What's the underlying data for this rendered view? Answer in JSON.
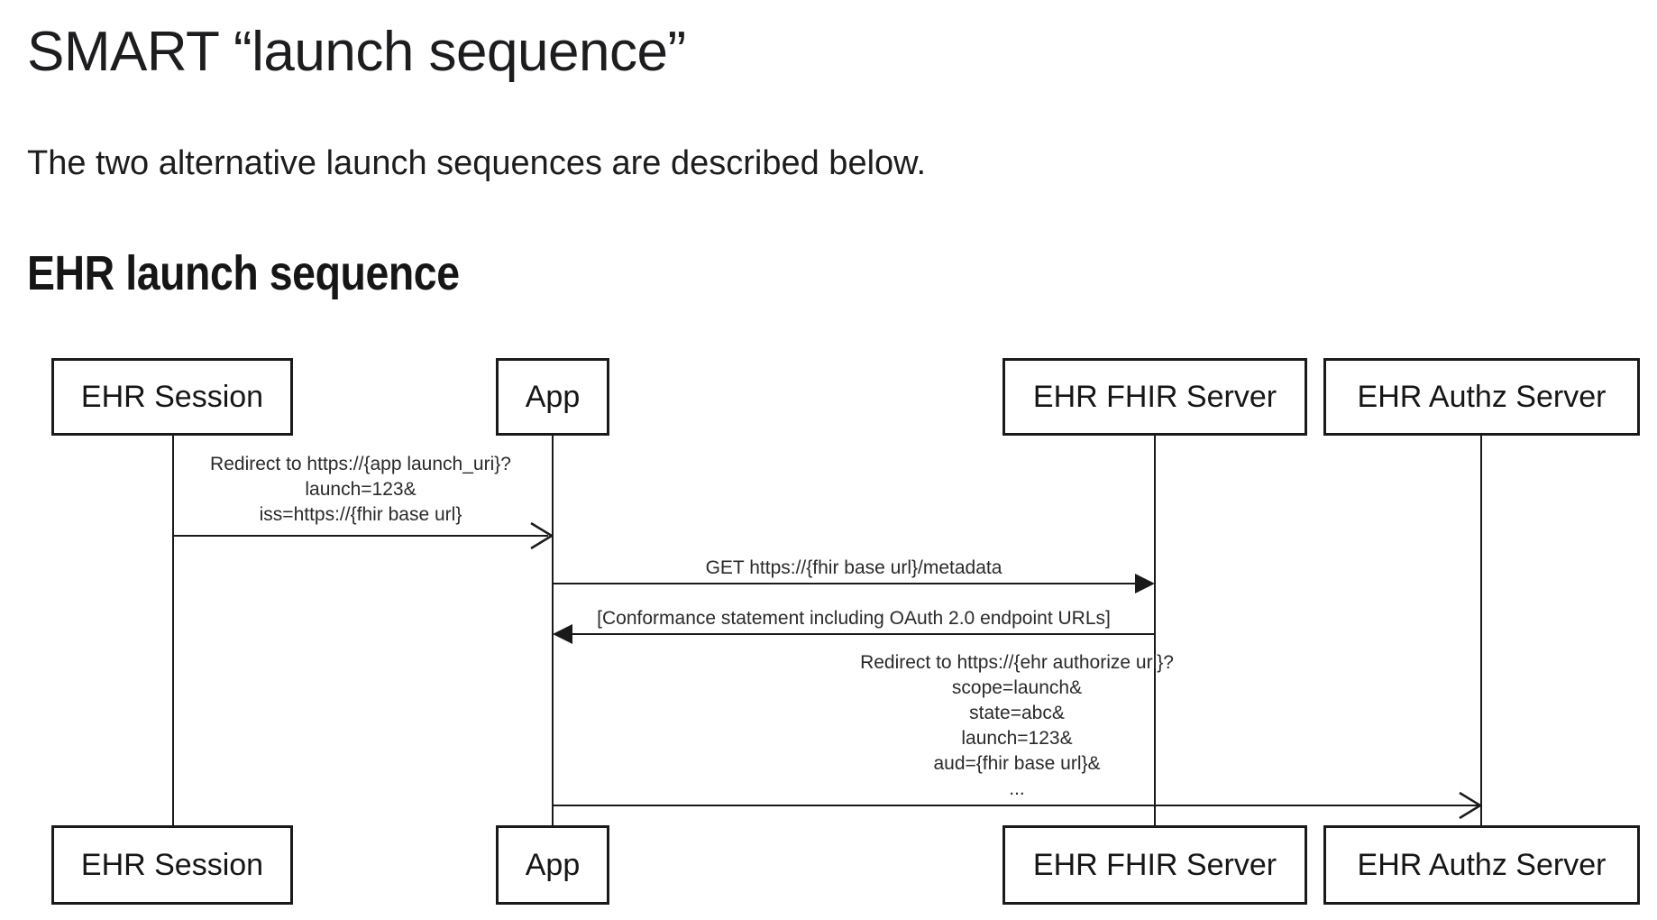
{
  "page": {
    "title": "SMART “launch sequence”",
    "intro": "The two alternative launch sequences are described below.",
    "section_heading": "EHR launch sequence"
  },
  "diagram": {
    "actors": [
      {
        "id": "ehr-session",
        "label": "EHR Session"
      },
      {
        "id": "app",
        "label": "App"
      },
      {
        "id": "ehr-fhir-server",
        "label": "EHR FHIR Server"
      },
      {
        "id": "ehr-authz-server",
        "label": "EHR Authz Server"
      }
    ],
    "messages": [
      {
        "from": "ehr-session",
        "to": "app",
        "arrowhead": "open",
        "lines": [
          "Redirect to https://{app launch_uri}?",
          "launch=123&",
          "iss=https://{fhir base url}"
        ]
      },
      {
        "from": "app",
        "to": "ehr-fhir-server",
        "arrowhead": "solid",
        "lines": [
          "GET https://{fhir base url}/metadata"
        ]
      },
      {
        "from": "ehr-fhir-server",
        "to": "app",
        "arrowhead": "solid",
        "lines": [
          "[Conformance statement including OAuth 2.0 endpoint URLs]"
        ]
      },
      {
        "from": "app",
        "to": "ehr-authz-server",
        "arrowhead": "open",
        "lines": [
          "Redirect to https://{ehr authorize url}?",
          "scope=launch&",
          "state=abc&",
          "launch=123&",
          "aud={fhir base url}&",
          "..."
        ]
      }
    ],
    "colors": {
      "line": "#1a1a1a",
      "text": "#2a2a2a",
      "background": "#ffffff"
    }
  }
}
